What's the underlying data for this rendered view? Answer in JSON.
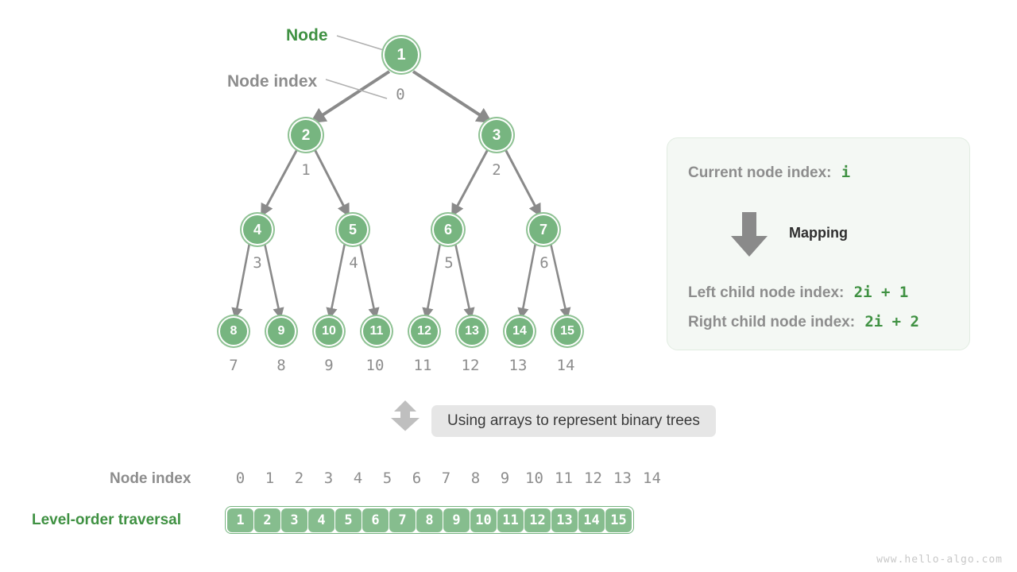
{
  "callouts": {
    "node": "Node",
    "node_index": "Node index"
  },
  "tree": {
    "levels": [
      {
        "values": [
          "1"
        ],
        "indices": [
          "0"
        ]
      },
      {
        "values": [
          "2",
          "3"
        ],
        "indices": [
          "1",
          "2"
        ]
      },
      {
        "values": [
          "4",
          "5",
          "6",
          "7"
        ],
        "indices": [
          "3",
          "4",
          "5",
          "6"
        ]
      },
      {
        "values": [
          "8",
          "9",
          "10",
          "11",
          "12",
          "13",
          "14",
          "15"
        ],
        "indices": [
          "7",
          "8",
          "9",
          "10",
          "11",
          "12",
          "13",
          "14"
        ]
      }
    ]
  },
  "info_box": {
    "current_label": "Current node index:",
    "current_value": "i",
    "mapping_label": "Mapping",
    "left_label": "Left child node index:",
    "left_value": "2i + 1",
    "right_label": "Right child node index:",
    "right_value": "2i + 2"
  },
  "middle": {
    "caption": "Using arrays to represent binary trees"
  },
  "bottom": {
    "index_label": "Node index",
    "traversal_label": "Level-order traversal",
    "indices": [
      "0",
      "1",
      "2",
      "3",
      "4",
      "5",
      "6",
      "7",
      "8",
      "9",
      "10",
      "11",
      "12",
      "13",
      "14"
    ],
    "values": [
      "1",
      "2",
      "3",
      "4",
      "5",
      "6",
      "7",
      "8",
      "9",
      "10",
      "11",
      "12",
      "13",
      "14",
      "15"
    ]
  },
  "watermark": "www.hello-algo.com",
  "colors": {
    "node_fill": "#77b580",
    "node_ring": "#8fc294",
    "green_text": "#3f9142",
    "gray_text": "#8d8d8d",
    "edge": "#8a8a8a",
    "pill_bg": "#e6e6e6",
    "info_bg": "#f4f8f4",
    "array_cell": "#86bd8e"
  }
}
